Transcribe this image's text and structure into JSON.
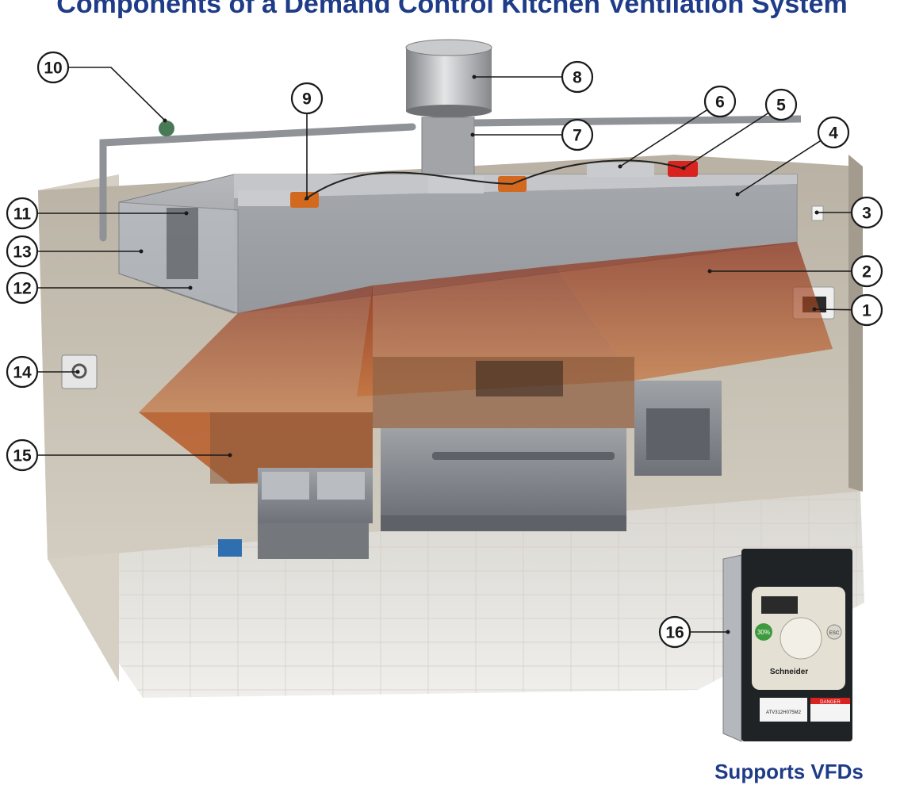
{
  "title": "Components of a Demand Control Kitchen Ventilation System",
  "vfd_caption": "Supports VFDs",
  "vfd_brand": "Schneider",
  "vfd_badge": "30%",
  "vfd_button": "ESC",
  "vfd_warning": "DANGER",
  "vfd_model": "ATV312H075M2",
  "callouts": [
    "1",
    "2",
    "3",
    "4",
    "5",
    "6",
    "7",
    "8",
    "9",
    "10",
    "11",
    "12",
    "13",
    "14",
    "15",
    "16"
  ],
  "colors": {
    "title": "#1f3c88",
    "wall": "#c9c2b4",
    "floor": "#e6e4df",
    "hood": "#a9abaf",
    "capture": "#b8492a"
  }
}
